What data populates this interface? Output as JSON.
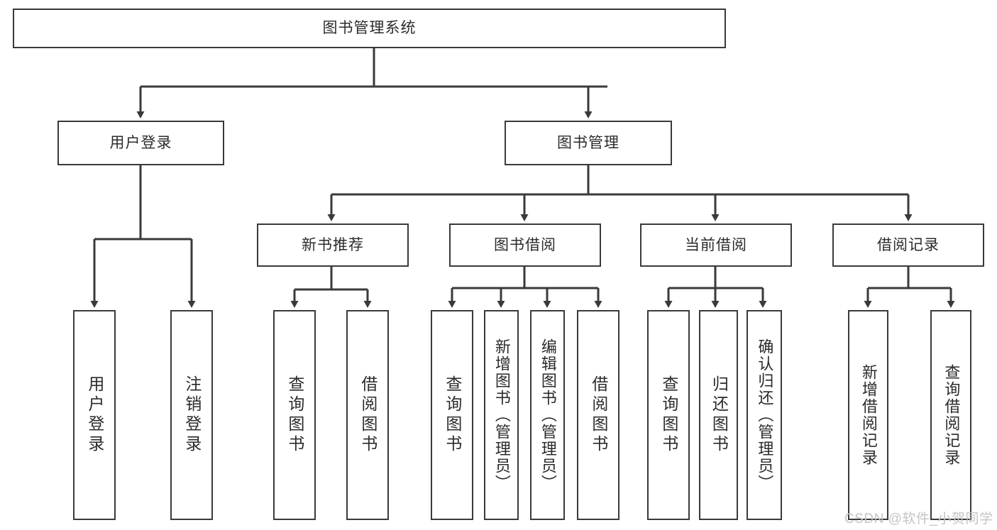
{
  "diagram": {
    "type": "tree-hierarchy",
    "title": "图书管理系统",
    "orientation": "top-down",
    "line_color": "#3a3a3a",
    "box_fill": "#ffffff",
    "text_color": "#2b2b2b",
    "watermark": "CSDN @软件_小贺同学",
    "watermark_color": "#c4c4c4"
  },
  "nodes": {
    "root": {
      "label": "图书管理系统",
      "level": 1,
      "orientation": "horizontal"
    },
    "login": {
      "label": "用户登录",
      "level": 2,
      "orientation": "horizontal"
    },
    "bookmgmt": {
      "label": "图书管理",
      "level": 2,
      "orientation": "horizontal"
    },
    "newbook": {
      "label": "新书推荐",
      "level": 3,
      "orientation": "horizontal"
    },
    "borrow": {
      "label": "图书借阅",
      "level": 3,
      "orientation": "horizontal"
    },
    "current": {
      "label": "当前借阅",
      "level": 3,
      "orientation": "horizontal"
    },
    "records": {
      "label": "借阅记录",
      "level": 3,
      "orientation": "horizontal"
    },
    "leaf_login_1": {
      "label": "用户登录",
      "level": 4,
      "orientation": "vertical",
      "parent": "login"
    },
    "leaf_login_2": {
      "label": "注销登录",
      "level": 4,
      "orientation": "vertical",
      "parent": "login"
    },
    "leaf_new_1": {
      "label": "查询图书",
      "level": 4,
      "orientation": "vertical",
      "parent": "newbook"
    },
    "leaf_new_2": {
      "label": "借阅图书",
      "level": 4,
      "orientation": "vertical",
      "parent": "newbook"
    },
    "leaf_borrow_1": {
      "label": "查询图书",
      "level": 4,
      "orientation": "vertical",
      "parent": "borrow"
    },
    "leaf_borrow_2": {
      "label": "新增图书（管理员）",
      "level": 4,
      "orientation": "vertical",
      "parent": "borrow"
    },
    "leaf_borrow_3": {
      "label": "编辑图书（管理员）",
      "level": 4,
      "orientation": "vertical",
      "parent": "borrow"
    },
    "leaf_borrow_4": {
      "label": "借阅图书",
      "level": 4,
      "orientation": "vertical",
      "parent": "borrow"
    },
    "leaf_cur_1": {
      "label": "查询图书",
      "level": 4,
      "orientation": "vertical",
      "parent": "current"
    },
    "leaf_cur_2": {
      "label": "归还图书",
      "level": 4,
      "orientation": "vertical",
      "parent": "current"
    },
    "leaf_cur_3": {
      "label": "确认归还（管理员）",
      "level": 4,
      "orientation": "vertical",
      "parent": "current"
    },
    "leaf_rec_1": {
      "label": "新增借阅记录",
      "level": 4,
      "orientation": "vertical",
      "parent": "records"
    },
    "leaf_rec_2": {
      "label": "查询借阅记录",
      "level": 4,
      "orientation": "vertical",
      "parent": "records"
    }
  },
  "edges": [
    {
      "from": "root",
      "to": "login"
    },
    {
      "from": "root",
      "to": "bookmgmt"
    },
    {
      "from": "bookmgmt",
      "to": "newbook"
    },
    {
      "from": "bookmgmt",
      "to": "borrow"
    },
    {
      "from": "bookmgmt",
      "to": "current"
    },
    {
      "from": "bookmgmt",
      "to": "records"
    },
    {
      "from": "login",
      "to": "leaf_login_1"
    },
    {
      "from": "login",
      "to": "leaf_login_2"
    },
    {
      "from": "newbook",
      "to": "leaf_new_1"
    },
    {
      "from": "newbook",
      "to": "leaf_new_2"
    },
    {
      "from": "borrow",
      "to": "leaf_borrow_1"
    },
    {
      "from": "borrow",
      "to": "leaf_borrow_2"
    },
    {
      "from": "borrow",
      "to": "leaf_borrow_3"
    },
    {
      "from": "borrow",
      "to": "leaf_borrow_4"
    },
    {
      "from": "current",
      "to": "leaf_cur_1"
    },
    {
      "from": "current",
      "to": "leaf_cur_2"
    },
    {
      "from": "current",
      "to": "leaf_cur_3"
    },
    {
      "from": "records",
      "to": "leaf_rec_1"
    },
    {
      "from": "records",
      "to": "leaf_rec_2"
    }
  ]
}
